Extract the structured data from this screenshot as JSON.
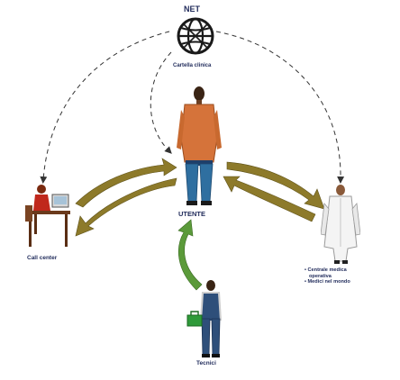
{
  "nodes": {
    "net": {
      "label": "NET",
      "sublabel": "Cartella clinica",
      "icon": "globe-icon"
    },
    "utente": {
      "label": "UTENTE",
      "icon": "person-icon"
    },
    "call_center": {
      "label": "Call center",
      "icon": "operator-at-desk-icon"
    },
    "tecnici": {
      "label": "Tecnici",
      "icon": "technician-with-toolbox-icon"
    },
    "medical": {
      "items": [
        "• Centrale medica",
        "  operativa",
        "• Medici nel mondo"
      ],
      "icon": "doctor-icon"
    }
  },
  "colors": {
    "arrow_olive": "#8d7a2a",
    "arrow_green": "#5b9a3a",
    "label_text": "#1f2a5a",
    "dashed": "#333333"
  }
}
